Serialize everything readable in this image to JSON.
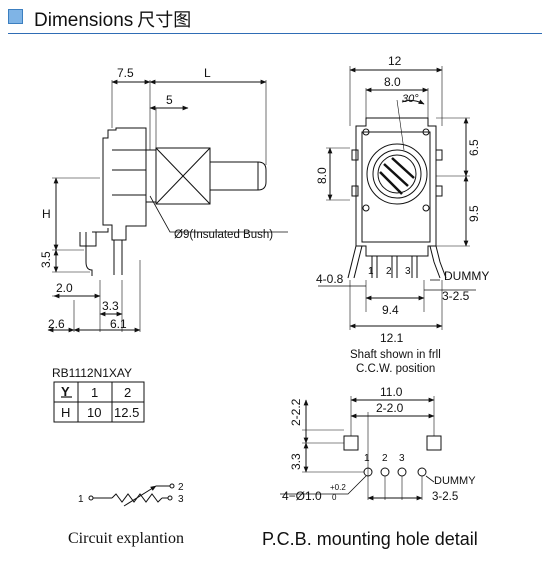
{
  "header": {
    "title": "Dimensions",
    "title_cn": "尺寸图",
    "accent_color": "#7fb4e6",
    "rule_color": "#2f6db5"
  },
  "side_view": {
    "dim_top_left": "7.5",
    "dim_top_right": "L",
    "dim_shaft_step": "5",
    "dim_height": "H",
    "dim_pin": "3.5",
    "dim_2_0": "2.0",
    "dim_3_3": "3.3",
    "dim_2_6": "2.6",
    "dim_6_1": "6.1",
    "bush_label": "Ø9(Insulated Bush)"
  },
  "front_view": {
    "dim_width": "12",
    "dim_8_0_top": "8.0",
    "dim_angle": "30°",
    "dim_8_0_side": "8.0",
    "dim_6_5": "6.5",
    "dim_9_5": "9.5",
    "dim_holes": "4-0.8",
    "dim_9_4": "9.4",
    "dim_12_1": "12.1",
    "dim_3_2_5": "3-2.5",
    "dummy_label": "DUMMY",
    "pin_labels": [
      "1",
      "2",
      "3"
    ],
    "caption_line1": "Shaft shown in frll",
    "caption_line2": "C.C.W. position"
  },
  "table": {
    "title": "RB1112N1XAY",
    "row1": [
      "Y",
      "1",
      "2"
    ],
    "row2": [
      "H",
      "10",
      "12.5"
    ]
  },
  "circuit": {
    "pin_left": "1",
    "pin_2": "2",
    "pin_3": "3",
    "caption": "Circuit explantion"
  },
  "pcb": {
    "dim_11_0": "11.0",
    "dim_2_2_0": "2-2.0",
    "dim_2_2_2": "2-2.2",
    "dim_3_3": "3.3",
    "pin_labels": [
      "1",
      "2",
      "3"
    ],
    "dummy_label": "DUMMY",
    "hole_main": "4−Ø1.0",
    "hole_tol_plus": "+0.2",
    "hole_tol_minus": "0",
    "dim_3_2_5": "3-2.5",
    "caption": "P.C.B.  mounting hole detail"
  }
}
